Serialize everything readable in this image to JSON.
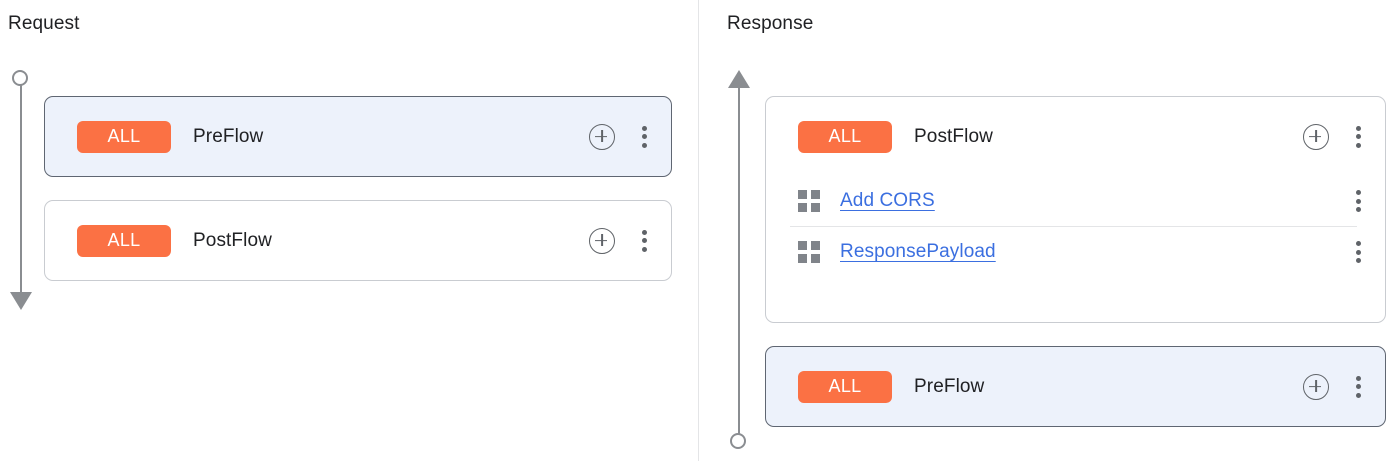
{
  "panels": {
    "request": {
      "title": "Request",
      "rail": {
        "start_marker": "circle",
        "end_marker": "arrow-down"
      },
      "cards": [
        {
          "badge": "ALL",
          "name": "PreFlow",
          "selected": true,
          "add_icon": "plus-circle-icon",
          "menu_icon": "more-vert-icon"
        },
        {
          "badge": "ALL",
          "name": "PostFlow",
          "selected": false,
          "add_icon": "plus-circle-icon",
          "menu_icon": "more-vert-icon"
        }
      ]
    },
    "response": {
      "title": "Response",
      "rail": {
        "start_marker": "arrow-up",
        "end_marker": "circle"
      },
      "cards": [
        {
          "badge": "ALL",
          "name": "PostFlow",
          "selected": false,
          "add_icon": "plus-circle-icon",
          "menu_icon": "more-vert-icon",
          "policies": [
            {
              "name": "Add CORS",
              "icon": "policy-grid-icon",
              "menu_icon": "more-vert-icon"
            },
            {
              "name": "ResponsePayload",
              "icon": "policy-grid-icon",
              "menu_icon": "more-vert-icon"
            }
          ]
        },
        {
          "badge": "ALL",
          "name": "PreFlow",
          "selected": true,
          "add_icon": "plus-circle-icon",
          "menu_icon": "more-vert-icon"
        }
      ]
    }
  },
  "colors": {
    "badge_background": "#fb7144",
    "badge_text": "#ffffff",
    "selected_card_background": "#edf2fb",
    "selected_card_border": "#5f6672",
    "card_border": "#c9ccd1",
    "link": "#3b6fe0",
    "rail": "#8a8d91",
    "divider": "#e4e5e7",
    "icon": "#5f6368"
  }
}
